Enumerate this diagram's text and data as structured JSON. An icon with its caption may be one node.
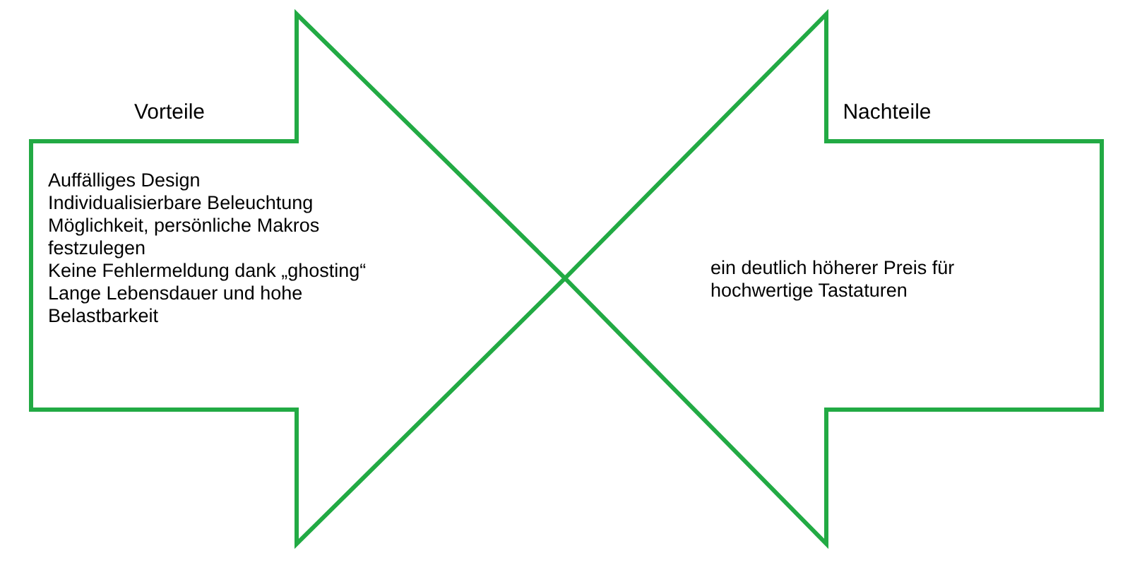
{
  "diagram": {
    "nodes": [
      {
        "text": [
          "Vorteile",
          "Auffälliges Design",
          "Individualisierbare Beleuchtung",
          "Möglichkeit, persönliche Makros festzulegen",
          "Keine Fehlermeldung dank „ghosting“",
          "Lange Lebensdauer und hohe Belastbarkeit"
        ]
      },
      {
        "text": [
          "Nachteile",
          "ein deutlich höherer Preis für hochwertige Tastaturen"
        ]
      }
    ]
  }
}
